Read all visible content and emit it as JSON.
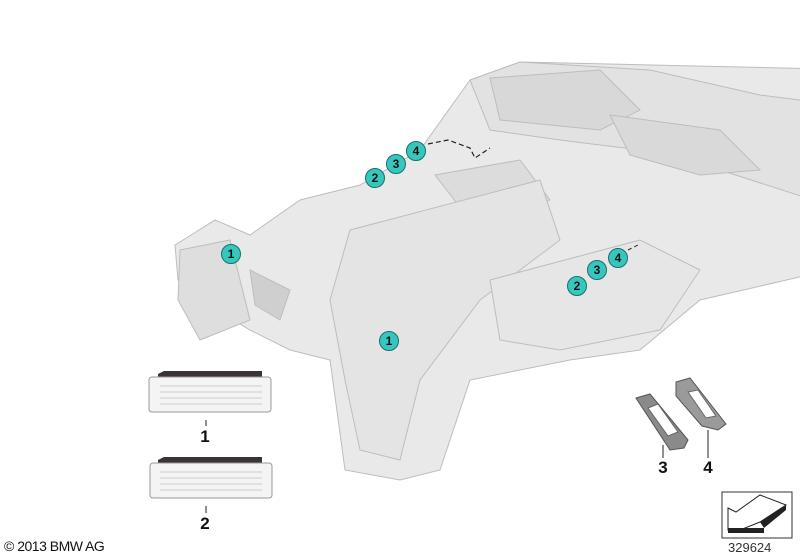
{
  "diagram": {
    "callout_color": "#36c6bd",
    "callouts": [
      {
        "id": "c1a",
        "label": "1"
      },
      {
        "id": "c1b",
        "label": "1"
      },
      {
        "id": "c2a",
        "label": "2"
      },
      {
        "id": "c3a",
        "label": "3"
      },
      {
        "id": "c4a",
        "label": "4"
      },
      {
        "id": "c2b",
        "label": "2"
      },
      {
        "id": "c3b",
        "label": "3"
      },
      {
        "id": "c4b",
        "label": "4"
      }
    ],
    "parts": [
      {
        "number": "1"
      },
      {
        "number": "2"
      },
      {
        "number": "3"
      },
      {
        "number": "4"
      }
    ],
    "copyright": "© 2013 BMW AG",
    "image_number": "329624",
    "view_icon": "direction-arrow-icon"
  }
}
